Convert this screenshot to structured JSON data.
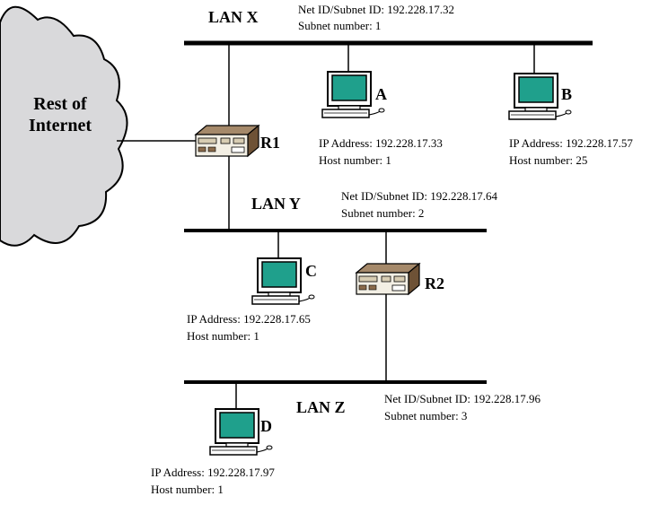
{
  "cloud": {
    "line1": "Rest of",
    "line2": "Internet"
  },
  "lans": {
    "x": {
      "name": "LAN X",
      "net_id": "Net ID/Subnet ID: 192.228.17.32",
      "subnet": "Subnet number: 1"
    },
    "y": {
      "name": "LAN Y",
      "net_id": "Net ID/Subnet ID: 192.228.17.64",
      "subnet": "Subnet number: 2"
    },
    "z": {
      "name": "LAN Z",
      "net_id": "Net ID/Subnet ID: 192.228.17.96",
      "subnet": "Subnet number: 3"
    }
  },
  "routers": {
    "r1": {
      "name": "R1"
    },
    "r2": {
      "name": "R2"
    }
  },
  "hosts": {
    "a": {
      "name": "A",
      "ip": "IP Address: 192.228.17.33",
      "host": "Host number: 1"
    },
    "b": {
      "name": "B",
      "ip": "IP Address: 192.228.17.57",
      "host": "Host number: 25"
    },
    "c": {
      "name": "C",
      "ip": "IP Address: 192.228.17.65",
      "host": "Host number: 1"
    },
    "d": {
      "name": "D",
      "ip": "IP Address: 192.228.17.97",
      "host": "Host number: 1"
    }
  },
  "colors": {
    "cloud": "#d9d9db",
    "screen": "#1fa08c",
    "router": "#8b6b4b",
    "line": "#000000"
  },
  "icons": {
    "cloud": "cloud-icon",
    "router": "router-icon",
    "computer": "computer-icon"
  }
}
